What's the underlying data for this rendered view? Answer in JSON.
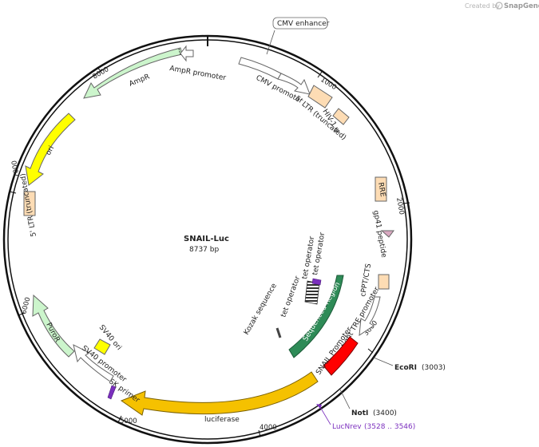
{
  "map": {
    "name": "SNAIL-Luc",
    "size": "8737 bp"
  },
  "credit": {
    "prefix": "Created by",
    "brand": "SnapGene"
  },
  "ticks": [
    "1000",
    "2000",
    "3000",
    "4000",
    "5000",
    "6000",
    "7000",
    "8000"
  ],
  "features": {
    "cmv_enhancer": "CMV enhancer",
    "cmv_promoter": "CMV promoter",
    "ltr5_top": "5' LTR (truncated)",
    "hiv_psi": "HIV-1 ψ",
    "rre": "RRE",
    "gp41": "gp41 peptide",
    "cppt": "cPPT/CTS",
    "tight_tre": "tight TRE promoter",
    "snail_promoter": "SNAIL Promoter",
    "sequenced_region": "Sequenced Region",
    "tet_operator_1": "tet operator",
    "tet_operator_2": "tet operator",
    "tet_operator_3": "tet operator",
    "kozak": "Kozak sequence",
    "luciferase": "luciferase",
    "sk_primer": "SK primer",
    "sv40_promoter": "SV40 promoter",
    "sv40_ori": "SV40 ori",
    "puror": "PuroR",
    "ltr5_left": "5' LTR (truncated)",
    "ori": "ori",
    "ampr": "AmpR",
    "ampr_promoter": "AmpR promoter"
  },
  "sites": {
    "ecori": {
      "name": "EcoRI",
      "pos": "(3003)"
    },
    "noti": {
      "name": "NotI",
      "pos": "(3400)"
    },
    "lucnrev": {
      "name": "LucNrev",
      "pos": "(3528 .. 3546)"
    }
  },
  "colors": {
    "backbone": "#111111",
    "ampr_fill": "#ccf5cc",
    "ori_fill": "#ffff00",
    "ltr_fill": "#fddcb4",
    "sequenced_fill": "#2e8b57",
    "snail_fill": "#ff0000",
    "luciferase_fill": "#f5c100",
    "gp41_fill": "#d8a8c0",
    "primer_fill": "#7b2fbe"
  }
}
